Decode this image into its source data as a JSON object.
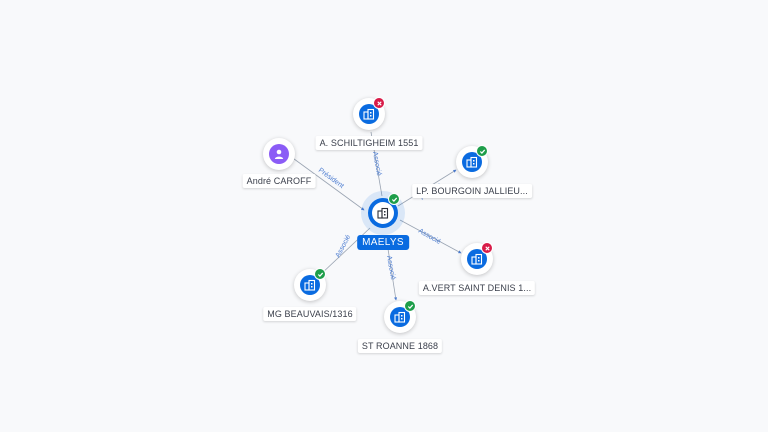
{
  "center": {
    "label": "MAELYS",
    "icon": "building-icon",
    "status": "active"
  },
  "nodes": [
    {
      "id": "schiltigheim",
      "label": "A. SCHILTIGHEIM 1551",
      "type": "company",
      "status": "closed",
      "edge_label": "Associé"
    },
    {
      "id": "caroff",
      "label": "André CAROFF",
      "type": "person",
      "status": "none",
      "edge_label": "Président"
    },
    {
      "id": "bourgoin",
      "label": "LP. BOURGOIN JALLIEU...",
      "type": "company",
      "status": "active",
      "edge_label": "Associé"
    },
    {
      "id": "vert_saint_denis",
      "label": "A.VERT SAINT DENIS 1...",
      "type": "company",
      "status": "closed",
      "edge_label": "Associé"
    },
    {
      "id": "beauvais",
      "label": "MG BEAUVAIS/1316",
      "type": "company",
      "status": "active",
      "edge_label": "Associé"
    },
    {
      "id": "roanne",
      "label": "ST ROANNE 1868",
      "type": "company",
      "status": "active",
      "edge_label": "Associé"
    }
  ],
  "colors": {
    "company": "#0a6be0",
    "person": "#8b5cf6",
    "active_badge": "#1e9e4a",
    "closed_badge": "#d81b48",
    "edge": "#9aa4b2",
    "edge_label": "#4a7bd0"
  }
}
